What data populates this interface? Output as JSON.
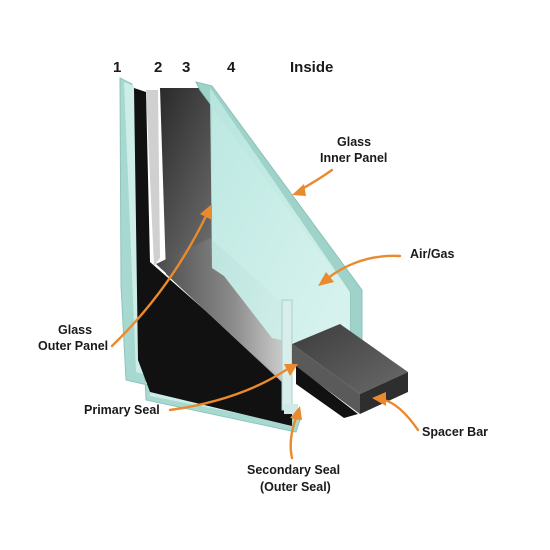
{
  "surfaces": {
    "s1": "1",
    "s2": "2",
    "s3": "3",
    "s4": "4",
    "inside": "Inside"
  },
  "labels": {
    "glass_inner_1": "Glass",
    "glass_inner_2": "Inner Panel",
    "air_gas": "Air/Gas",
    "glass_outer_1": "Glass",
    "glass_outer_2": "Outer Panel",
    "primary_seal": "Primary Seal",
    "spacer_bar": "Spacer Bar",
    "secondary_1": "Secondary Seal",
    "secondary_2": "(Outer Seal)"
  },
  "colors": {
    "arrow": "#ea8a2e",
    "glass": "#c6ece6",
    "glass_edge": "#a6d6ce",
    "seal": "#111111",
    "spacer": "#4a4a4a"
  }
}
